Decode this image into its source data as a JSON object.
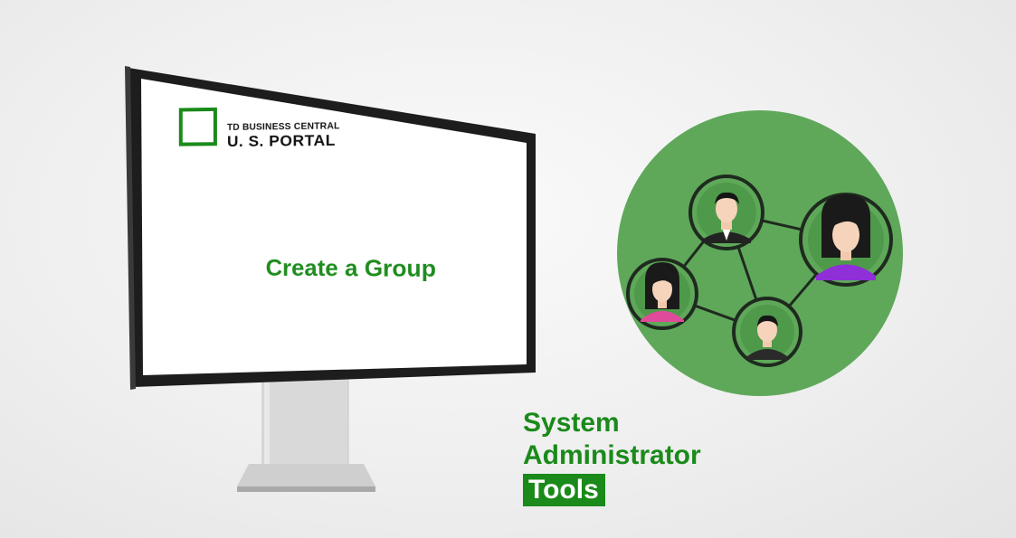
{
  "screen": {
    "logo_line1": "TD BUSINESS CENTRAL",
    "logo_line2": "U. S. PORTAL",
    "title": "Create a Group"
  },
  "tagline": {
    "line1": "System",
    "line2": "Administrator",
    "line3": "Tools"
  },
  "colors": {
    "brand_green": "#1a8a1a",
    "circle_green": "#5fa85a",
    "avatar_border": "#1f2a1f"
  },
  "illustration": {
    "people": [
      "man-in-suit-icon",
      "woman-in-purple-icon",
      "woman-in-pink-icon",
      "person-in-dark-icon"
    ]
  }
}
